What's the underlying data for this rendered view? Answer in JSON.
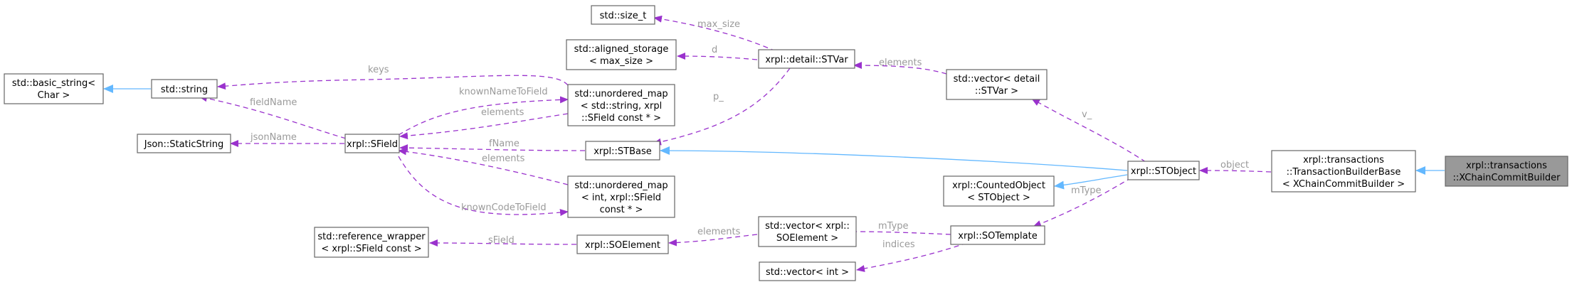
{
  "nodes": {
    "size_t": [
      "std::size_t"
    ],
    "aligned_storage": [
      "std::aligned_storage",
      "< max_size >"
    ],
    "stvar": [
      "xrpl::detail::STVar"
    ],
    "vector_stvar": [
      "std::vector< detail",
      "::STVar >"
    ],
    "basic_string": [
      "std::basic_string<",
      "Char >"
    ],
    "string": [
      "std::string"
    ],
    "umap_string": [
      "std::unordered_map",
      "< std::string, xrpl",
      "::SField const * >"
    ],
    "json_static": [
      "Json::StaticString"
    ],
    "sfield": [
      "xrpl::SField"
    ],
    "stbase": [
      "xrpl::STBase"
    ],
    "umap_int": [
      "std::unordered_map",
      "< int, xrpl::SField",
      "const * >"
    ],
    "ref_wrapper": [
      "std::reference_wrapper",
      "< xrpl::SField const >"
    ],
    "soelement": [
      "xrpl::SOElement"
    ],
    "vector_soelement": [
      "std::vector< xrpl::",
      "SOElement >"
    ],
    "vector_int": [
      "std::vector< int >"
    ],
    "sotemplate": [
      "xrpl::SOTemplate"
    ],
    "counted": [
      "xrpl::CountedObject",
      "< STObject >"
    ],
    "stobject": [
      "xrpl::STObject"
    ],
    "txbuilder": [
      "xrpl::transactions",
      "::TransactionBuilderBase",
      "< XChainCommitBuilder >"
    ],
    "xchain": [
      "xrpl::transactions",
      "::XChainCommitBuilder"
    ]
  },
  "edge_labels": {
    "max_size": "max_size",
    "d": "d",
    "elements_stvar": "elements",
    "p": "p_",
    "v": "v_",
    "keys": "keys",
    "knownNameToField": "knownNameToField",
    "elements_umap_string": "elements",
    "fieldName": "fieldName",
    "jsonName": "jsonName",
    "fName": "fName",
    "elements_umap_int": "elements",
    "knownCodeToField": "knownCodeToField",
    "sField": "sField",
    "elements_soelement": "elements",
    "indices": "indices",
    "mType": "mType",
    "object": "object"
  },
  "colors": {
    "usage_edge": "#9a32cd",
    "inheritance_edge": "#63b8ff",
    "focus_node_fill": "#999999",
    "edge_label": "#9a9a9a"
  }
}
